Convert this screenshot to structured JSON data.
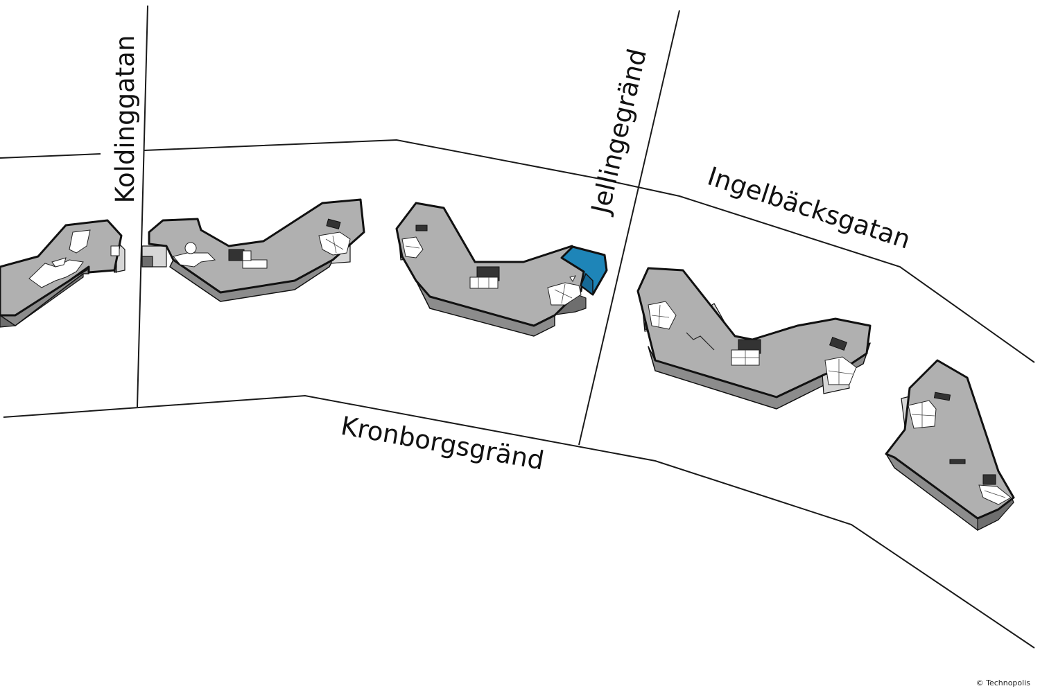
{
  "map": {
    "streets": [
      {
        "id": "koldinggatan",
        "name": "Koldinggatan"
      },
      {
        "id": "jellingegrand",
        "name": "Jellingegränd"
      },
      {
        "id": "ingelbacksgatan",
        "name": "Ingelbäcksgatan"
      },
      {
        "id": "kronborgsgrand",
        "name": "Kronborgsgränd"
      }
    ],
    "highlight_color": "#1e85b8",
    "building_color": "#b0b0b0",
    "copyright": "© Technopolis"
  }
}
